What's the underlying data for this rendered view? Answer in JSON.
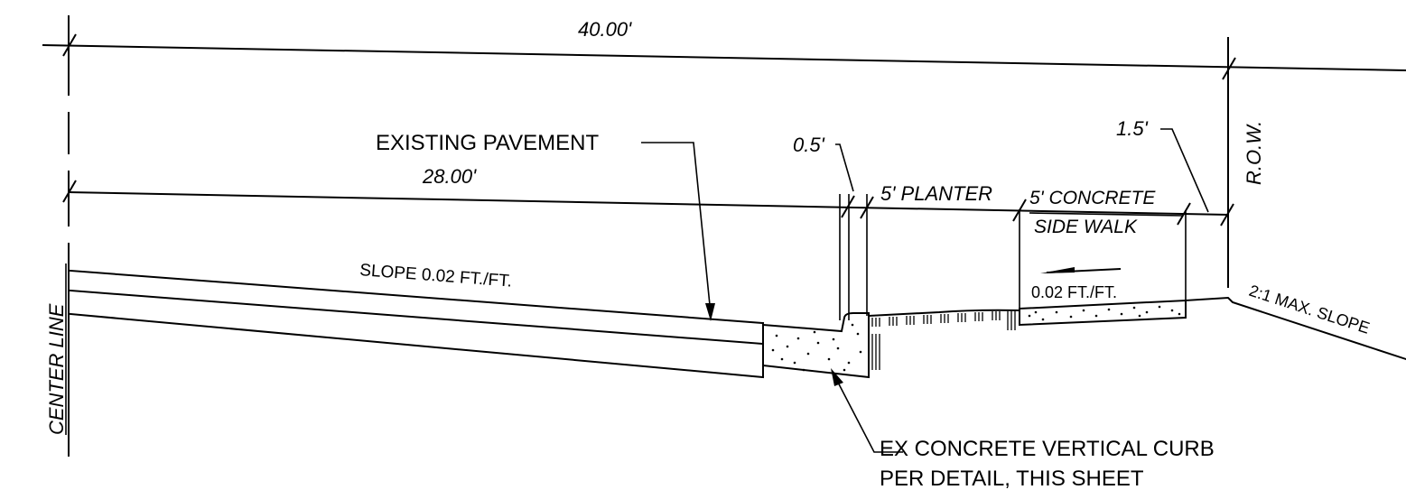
{
  "dimensions": {
    "overall_width": "40.00'",
    "pavement_width": "28.00'",
    "curb_offset": "0.5'",
    "row_offset": "1.5'"
  },
  "segments": {
    "planter": "5' PLANTER",
    "sidewalk_line1": "5' CONCRETE",
    "sidewalk_line2": "SIDE WALK"
  },
  "labels": {
    "center_line": "CENTER LINE",
    "row": "R.O.W.",
    "existing_pavement": "EXISTING PAVEMENT",
    "pavement_slope": "SLOPE 0.02 FT./FT.",
    "sidewalk_slope": "0.02 FT./FT.",
    "max_slope": "2:1 MAX. SLOPE",
    "curb_line1": "EX CONCRETE VERTICAL CURB",
    "curb_line2": "PER DETAIL, THIS SHEET"
  }
}
